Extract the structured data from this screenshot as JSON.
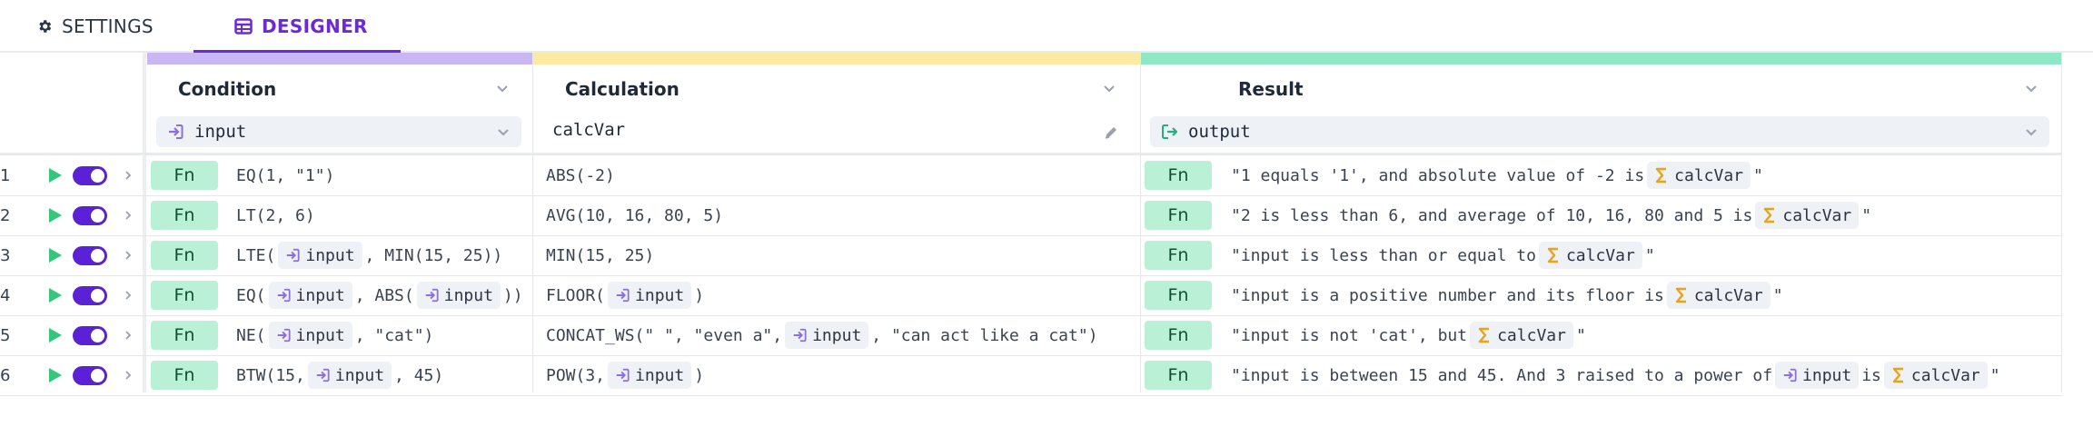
{
  "tabs": {
    "settings": "SETTINGS",
    "designer": "DESIGNER"
  },
  "colors": {
    "condition": "#c9b7f4",
    "calculation": "#fdeaa2",
    "result": "#8fe8c5",
    "accent": "#6d28d9"
  },
  "columns": {
    "condition": {
      "title": "Condition",
      "field": "input"
    },
    "calculation": {
      "title": "Calculation",
      "field": "calcVar"
    },
    "result": {
      "title": "Result",
      "field": "output"
    }
  },
  "fn_label": "Fn",
  "rows": [
    {
      "num": "1",
      "condition": [
        {
          "t": "EQ(1, \"1\")"
        }
      ],
      "calculation": [
        {
          "t": "ABS(-2)"
        }
      ],
      "result": [
        {
          "t": "\"1 equals '1', and absolute value of -2 is "
        },
        {
          "calc": "calcVar"
        },
        {
          "t": "\""
        }
      ]
    },
    {
      "num": "2",
      "condition": [
        {
          "t": "LT(2, 6)"
        }
      ],
      "calculation": [
        {
          "t": "AVG(10, 16, 80, 5)"
        }
      ],
      "result": [
        {
          "t": "\"2 is less than 6, and average of 10, 16, 80 and 5 is "
        },
        {
          "calc": "calcVar"
        },
        {
          "t": "\""
        }
      ]
    },
    {
      "num": "3",
      "condition": [
        {
          "t": "LTE("
        },
        {
          "input": "input"
        },
        {
          "t": ", MIN(15, 25))"
        }
      ],
      "calculation": [
        {
          "t": "MIN(15, 25)"
        }
      ],
      "result": [
        {
          "t": "\"input is less than or equal to "
        },
        {
          "calc": "calcVar"
        },
        {
          "t": "\""
        }
      ]
    },
    {
      "num": "4",
      "condition": [
        {
          "t": "EQ("
        },
        {
          "input": "input"
        },
        {
          "t": ", ABS("
        },
        {
          "input": "input"
        },
        {
          "t": "))"
        }
      ],
      "calculation": [
        {
          "t": "FLOOR("
        },
        {
          "input": "input"
        },
        {
          "t": ")"
        }
      ],
      "result": [
        {
          "t": "\"input is a positive number and its floor is "
        },
        {
          "calc": "calcVar"
        },
        {
          "t": "\""
        }
      ]
    },
    {
      "num": "5",
      "condition": [
        {
          "t": "NE("
        },
        {
          "input": "input"
        },
        {
          "t": ", \"cat\")"
        }
      ],
      "calculation": [
        {
          "t": "CONCAT_WS(\" \", \"even a\", "
        },
        {
          "input": "input"
        },
        {
          "t": ", \"can act like a cat\")"
        }
      ],
      "result": [
        {
          "t": "\"input is not 'cat', but "
        },
        {
          "calc": "calcVar"
        },
        {
          "t": "\""
        }
      ]
    },
    {
      "num": "6",
      "condition": [
        {
          "t": "BTW(15, "
        },
        {
          "input": "input"
        },
        {
          "t": ", 45)"
        }
      ],
      "calculation": [
        {
          "t": "POW(3, "
        },
        {
          "input": "input"
        },
        {
          "t": ")"
        }
      ],
      "result": [
        {
          "t": "\"input is between 15 and 45. And 3 raised to a power of "
        },
        {
          "input": "input"
        },
        {
          "t": " is "
        },
        {
          "calc": "calcVar"
        },
        {
          "t": "\""
        }
      ]
    }
  ]
}
